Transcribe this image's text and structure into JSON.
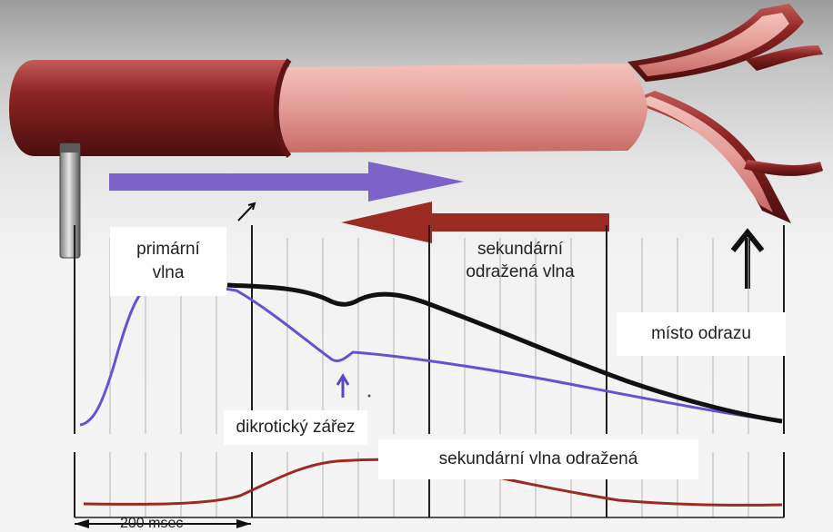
{
  "labels": {
    "primary_wave": [
      "primární",
      "vlna"
    ],
    "secondary_reflected_wave": [
      "sekundární",
      "odražená vlna"
    ],
    "reflection_site": "místo odrazu",
    "dicrotic_notch": "dikrotický zářez",
    "secondary_wave_reflected": "sekundární vlna odražená",
    "time_scale": "200 msec"
  },
  "colors": {
    "artery_dark": "#7a1c1c",
    "artery_light": "#e39a96",
    "primary_arrow": "#7d63c9",
    "reflected_arrow": "#9b2a22",
    "primary_curve": "#6a4fd4",
    "combined_curve": "#111111",
    "reflected_curve": "#9b2a22"
  }
}
